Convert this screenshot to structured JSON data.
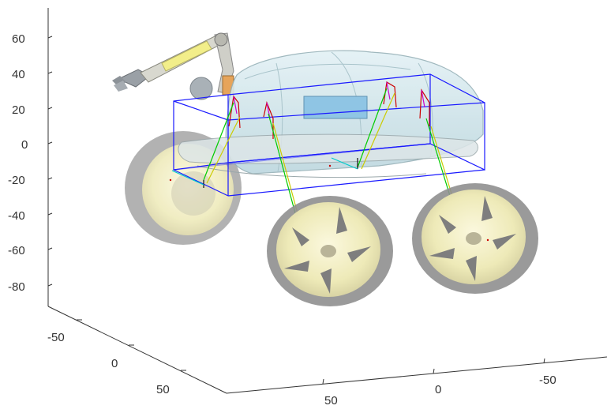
{
  "plot": {
    "z_ticks": [
      "60",
      "40",
      "20",
      "0",
      "-20",
      "-40",
      "-60",
      "-80"
    ],
    "y_ticks": [
      "-50",
      "0",
      "50"
    ],
    "x_ticks": [
      "50",
      "0",
      "-50"
    ]
  },
  "colors": {
    "frame_box": "#1a1aff",
    "leg_upper": "#00cc00",
    "leg_lower": "#cccc00",
    "foot": "#00cccc",
    "hip": "#cc0000",
    "wheel_tire": "#8f8f8f",
    "wheel_hub": "#f3efc0",
    "body_shell": "#cfe8ef"
  },
  "icons": [
    "rover-model",
    "robotic-arm",
    "wheel"
  ]
}
